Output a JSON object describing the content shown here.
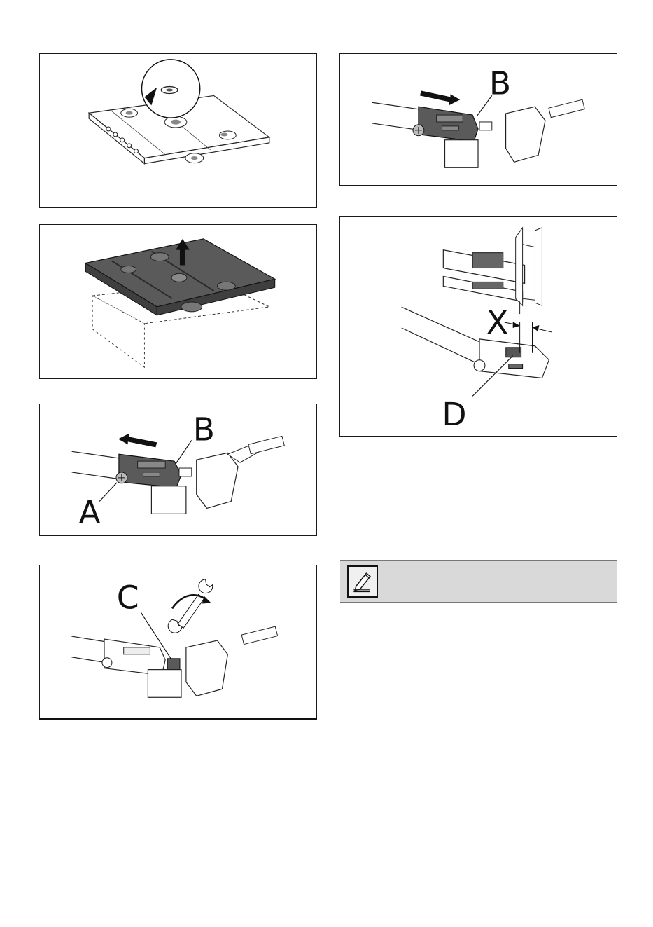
{
  "labels": {
    "b_top": "B",
    "b_left": "B",
    "a": "A",
    "c": "C",
    "x": "X",
    "d": "D"
  },
  "icons": {
    "note": "pencil-note-icon",
    "arrow_up": "arrow-up-icon",
    "arrow_left": "arrow-left-icon",
    "arrow_right": "arrow-right-icon",
    "wrench": "wrench-icon"
  },
  "colors": {
    "dark_part": "#5a5a5a",
    "note_bg": "#d9d9d9"
  }
}
